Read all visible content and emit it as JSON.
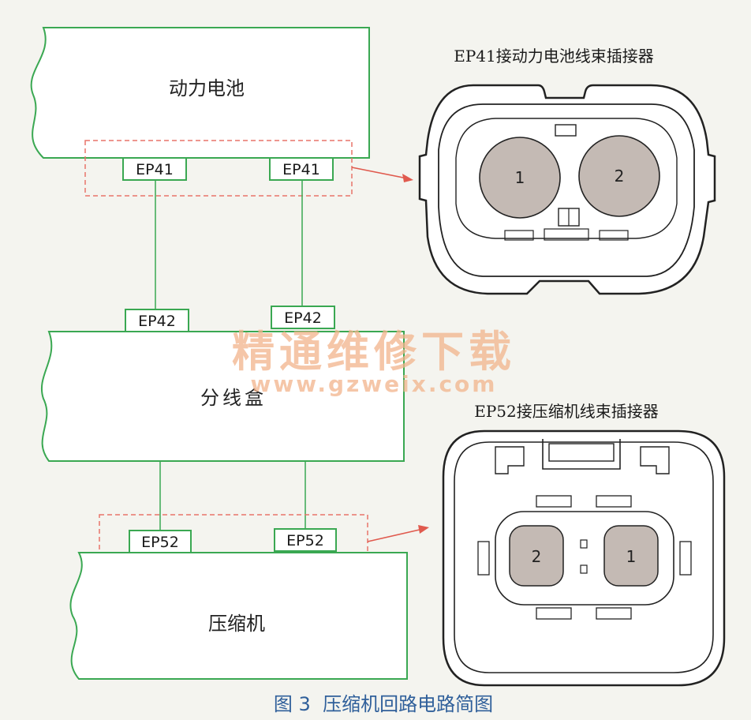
{
  "blocks": {
    "battery": "动力电池",
    "junction_box": "分线盒",
    "compressor": "压缩机"
  },
  "connectors": {
    "ep41": "EP41",
    "ep42": "EP42",
    "ep52": "EP52"
  },
  "detail_titles": {
    "ep41": "EP41接动力电池线束插接器",
    "ep52": "EP52接压缩机线束插接器"
  },
  "pins": {
    "one": "1",
    "two": "2"
  },
  "watermark": {
    "cn": "精通维修下载",
    "url": "www.gzweix.com"
  },
  "caption": "图 3  压缩机回路电路简图",
  "colors": {
    "block_border": "#3aa852",
    "dashed_highlight": "#e8746a",
    "pin_fill": "#c4bab4",
    "caption": "#2f5f9a"
  }
}
